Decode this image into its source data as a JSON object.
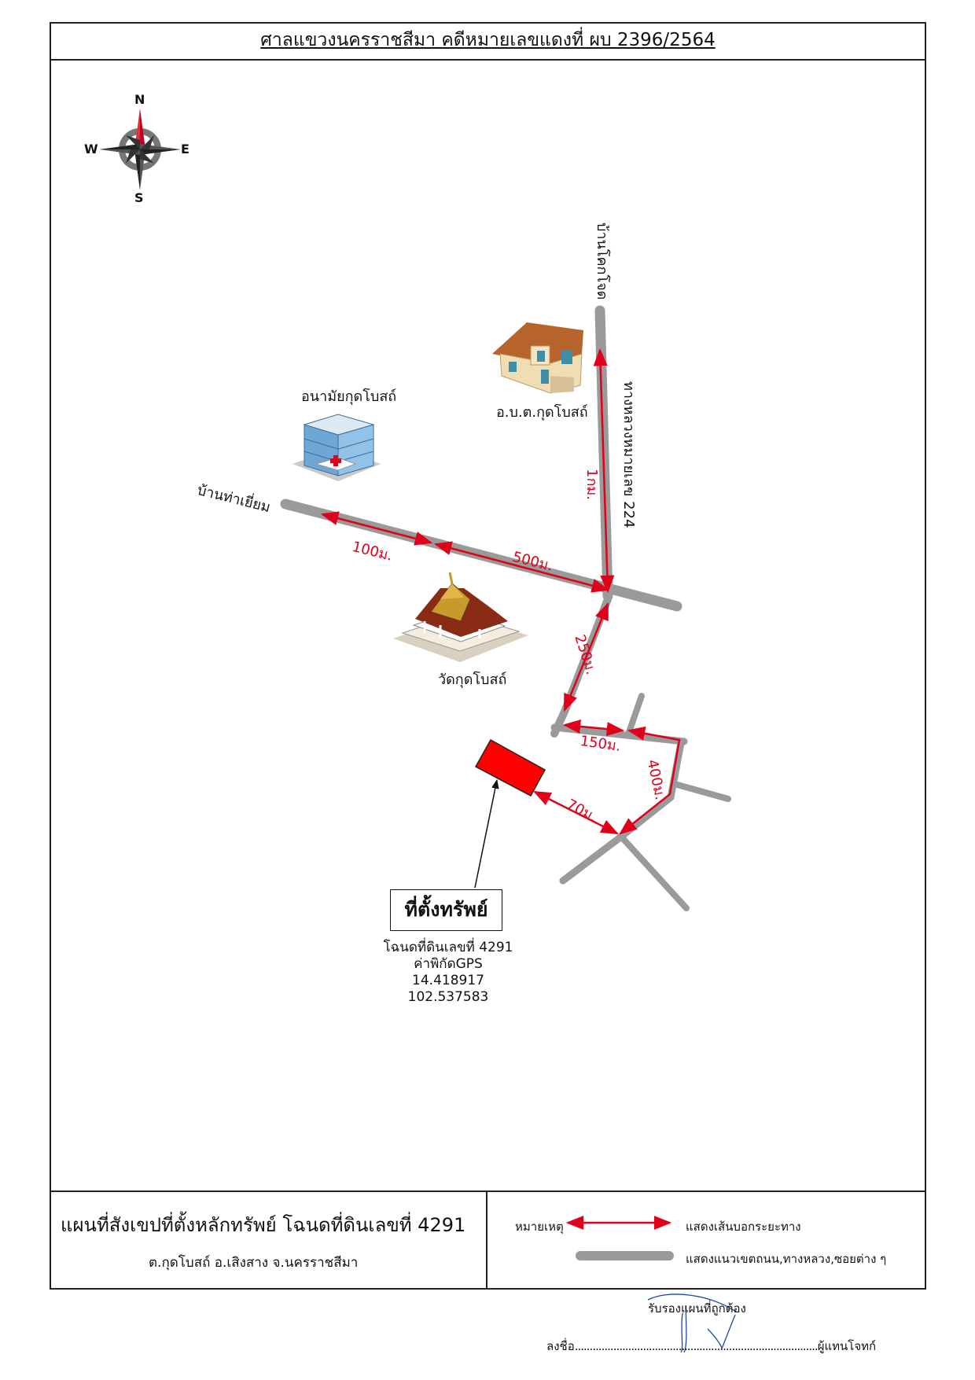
{
  "header": {
    "title": "ศาลแขวงนครราชสีมา คดีหมายเลขแดงที่ ผบ 2396/2564"
  },
  "compass": {
    "north": "N",
    "south": "S",
    "east": "E",
    "west": "W"
  },
  "places": {
    "village_north": "บ้านโคกโจด",
    "highway": "ทางหลวงหมายเลข 224",
    "tambon_office": "อ.บ.ต.กุดโบสถ์",
    "health_center": "อนามัยกุดโบสถ์",
    "village_west": "บ้านท่าเยี่ยม",
    "temple": "วัดกุดโบสถ์"
  },
  "distances": {
    "d_1km": "1กม.",
    "d_100": "100ม.",
    "d_500": "500ม.",
    "d_250": "250ม.",
    "d_150": "150ม.",
    "d_400": "400ม.",
    "d_70": "70ม."
  },
  "asset": {
    "label": "ที่ตั้งทรัพย์",
    "deed": "โฉนดที่ดินเลขที่ 4291",
    "gps_label": "ค่าพิกัดGPS",
    "lat": "14.418917",
    "lon": "102.537583"
  },
  "footer": {
    "title": "แผนที่สังเขปที่ตั้งหลักทรัพย์ โฉนดที่ดินเลขที่ 4291",
    "subtitle": "ต.กุดโบสถ์  อ.เสิงสาง  จ.นครราชสีมา",
    "legend_title": "หมายเหตุ",
    "legend_arrow": "แสดงเส้นบอกระยะทาง",
    "legend_road": "แสดงแนวเขตถนน,ทางหลวง,ซอยต่าง ๆ"
  },
  "signature": {
    "certify": "รับรองแผนที่ถูกต้อง",
    "sign_prefix": "ลงชื่อ",
    "dots": "..................................................................................",
    "sign_suffix": "ผู้แทนโจทก์"
  },
  "colors": {
    "road": "#9a9a9a",
    "arrow": "#e0001a",
    "asset": "#ff0000"
  }
}
